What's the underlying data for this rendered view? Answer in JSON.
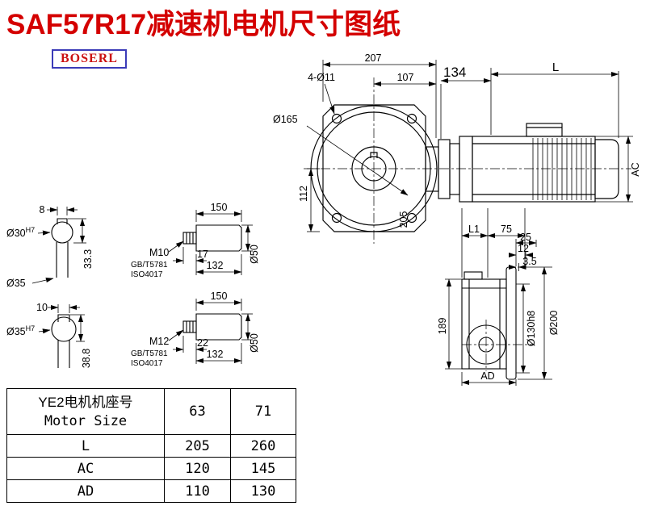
{
  "title": "SAF57R17减速机电机尺寸图纸",
  "logo": "BOSERL",
  "front_view": {
    "dim_width_total": "207",
    "dim_width_half": "107",
    "dim_bolt_holes": "4-Ø11",
    "dim_flange_dia": "Ø165",
    "dim_center_height": "112",
    "dim_adapter": "134",
    "dim_motor_length": "L",
    "dim_motor_width": "AC",
    "dim_height": "205"
  },
  "bore_sections": {
    "top": {
      "key_width": "8",
      "bore": "Ø30",
      "bore_tol": "H7",
      "key_height": "33.3"
    },
    "sleeve_dia": "Ø35",
    "bottom": {
      "key_width": "10",
      "bore": "Ø35",
      "bore_tol": "H7",
      "key_height": "38.8"
    }
  },
  "shafts": {
    "top": {
      "length": "150",
      "thread": "M10",
      "standard_gb": "GB/T5781",
      "standard_iso": "ISO4017",
      "thread_length": "17",
      "body_length": "132",
      "dia": "Ø50"
    },
    "bottom": {
      "length": "150",
      "thread": "M12",
      "standard_gb": "GB/T5781",
      "standard_iso": "ISO4017",
      "thread_length": "22",
      "body_length": "132",
      "dia": "Ø50"
    }
  },
  "side_view": {
    "dim_l1": "L1",
    "dim_75": "75",
    "dim_25": "25",
    "dim_12": "12",
    "dim_3_5": "3.5",
    "dim_height": "189",
    "dim_spigot": "Ø130h8",
    "dim_flange": "Ø200",
    "dim_ad": "AD"
  },
  "table": {
    "header_label_cn": "YE2电机机座号",
    "header_label_en": "Motor Size",
    "columns": [
      "63",
      "71"
    ],
    "rows": [
      {
        "label": "L",
        "values": [
          "205",
          "260"
        ]
      },
      {
        "label": "AC",
        "values": [
          "120",
          "145"
        ]
      },
      {
        "label": "AD",
        "values": [
          "110",
          "130"
        ]
      }
    ]
  }
}
